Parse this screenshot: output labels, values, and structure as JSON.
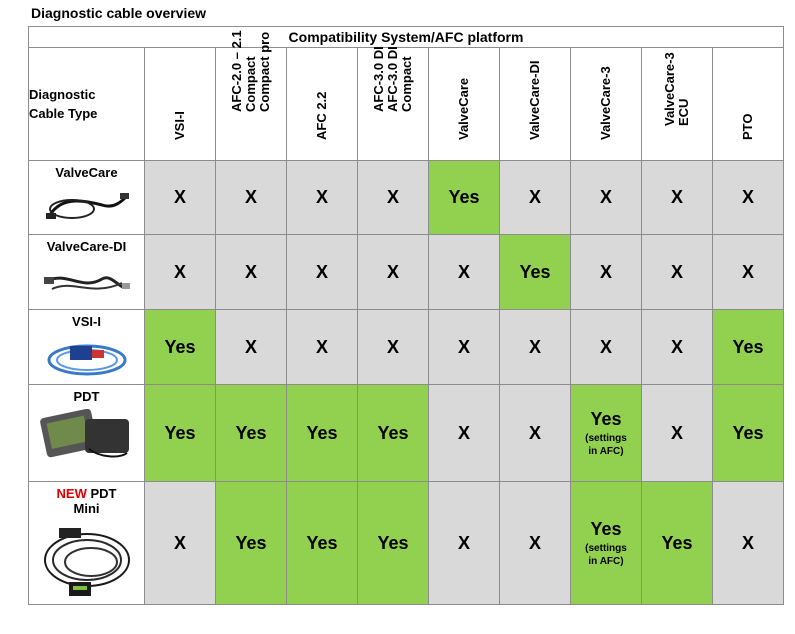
{
  "title": "Diagnostic cable overview",
  "group_header": "Compatibility System/AFC platform",
  "corner_label": [
    "Diagnostic",
    "Cable Type"
  ],
  "columns": [
    [
      "VSI-I"
    ],
    [
      "AFC-2.0 – 2.1",
      "Compact",
      "Compact pro"
    ],
    [
      "AFC 2.2"
    ],
    [
      "AFC-3.0 DI",
      "AFC-3.0 DI",
      "Compact"
    ],
    [
      "ValveCare"
    ],
    [
      "ValveCare-DI"
    ],
    [
      "ValveCare-3"
    ],
    [
      "ValveCare-3",
      "ECU"
    ],
    [
      "PTO"
    ]
  ],
  "rows": [
    {
      "label": "ValveCare",
      "new_tag": "",
      "image": "valvecare-cable-photo",
      "cells": [
        {
          "v": "X"
        },
        {
          "v": "X"
        },
        {
          "v": "X"
        },
        {
          "v": "X"
        },
        {
          "v": "Yes"
        },
        {
          "v": "X"
        },
        {
          "v": "X"
        },
        {
          "v": "X"
        },
        {
          "v": "X"
        }
      ]
    },
    {
      "label": "ValveCare-DI",
      "new_tag": "",
      "image": "valvecare-di-cable-photo",
      "cells": [
        {
          "v": "X"
        },
        {
          "v": "X"
        },
        {
          "v": "X"
        },
        {
          "v": "X"
        },
        {
          "v": "X"
        },
        {
          "v": "Yes"
        },
        {
          "v": "X"
        },
        {
          "v": "X"
        },
        {
          "v": "X"
        }
      ]
    },
    {
      "label": "VSI-I",
      "new_tag": "",
      "image": "vsi-i-cable-photo",
      "cells": [
        {
          "v": "Yes"
        },
        {
          "v": "X"
        },
        {
          "v": "X"
        },
        {
          "v": "X"
        },
        {
          "v": "X"
        },
        {
          "v": "X"
        },
        {
          "v": "X"
        },
        {
          "v": "X"
        },
        {
          "v": "Yes"
        }
      ]
    },
    {
      "label": "PDT",
      "new_tag": "",
      "image": "pdt-case-photo",
      "cells": [
        {
          "v": "Yes"
        },
        {
          "v": "Yes"
        },
        {
          "v": "Yes"
        },
        {
          "v": "Yes"
        },
        {
          "v": "X"
        },
        {
          "v": "X"
        },
        {
          "v": "Yes",
          "note": [
            "(settings",
            "in AFC)"
          ]
        },
        {
          "v": "X"
        },
        {
          "v": "Yes"
        }
      ]
    },
    {
      "label": "PDT",
      "new_tag": "NEW",
      "label_line2": "Mini",
      "image": "pdt-mini-cable-photo",
      "cells": [
        {
          "v": "X"
        },
        {
          "v": "Yes"
        },
        {
          "v": "Yes"
        },
        {
          "v": "Yes"
        },
        {
          "v": "X"
        },
        {
          "v": "X"
        },
        {
          "v": "Yes",
          "note": [
            "(settings",
            "in AFC)"
          ]
        },
        {
          "v": "Yes"
        },
        {
          "v": "X"
        }
      ]
    }
  ],
  "colors": {
    "yes": "#92d050",
    "x": "#d9d9d9",
    "new": "#e00000",
    "border": "#8c8c8c"
  }
}
